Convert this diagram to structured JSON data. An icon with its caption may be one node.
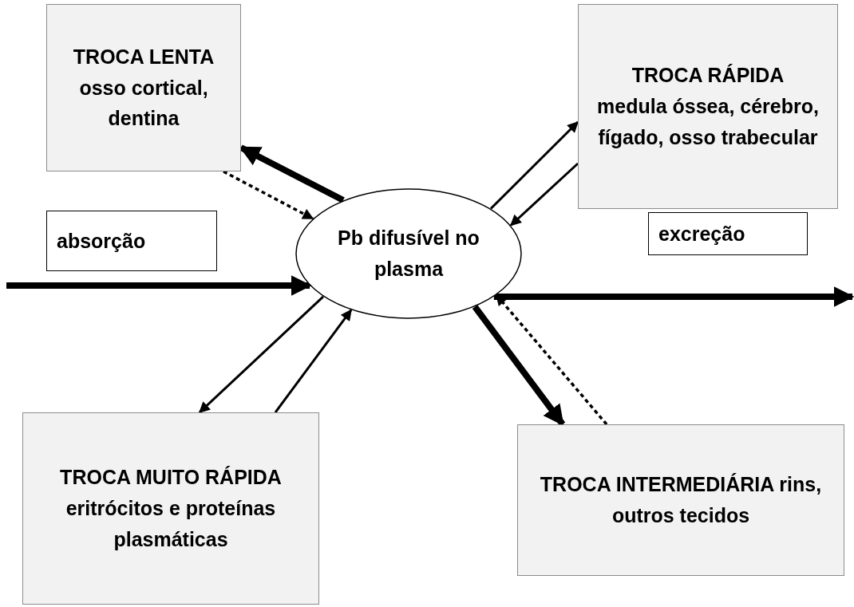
{
  "diagram": {
    "nodes": [
      {
        "text": [
          "TROCA LENTA",
          "osso cortical, dentina"
        ]
      },
      {
        "text": [
          "TROCA RÁPIDA",
          "medula óssea, cérebro, fígado, osso trabecular"
        ]
      },
      {
        "text": [
          "absorção"
        ]
      },
      {
        "text": [
          "Pb difusível no plasma"
        ]
      },
      {
        "text": [
          "excreção"
        ]
      },
      {
        "text": [
          "TROCA MUITO RÁPIDA  eritrócitos e proteínas plasmáticas"
        ]
      },
      {
        "text": [
          "TROCA INTERMEDIÁRIA rins, outros tecidos"
        ]
      }
    ],
    "edges": [
      {
        "from": 3,
        "to": 0,
        "arrow": "to",
        "style": "thick"
      },
      {
        "from": 0,
        "to": 3,
        "arrow": "to",
        "style": "dashed"
      },
      {
        "from": 3,
        "to": 1,
        "arrow": "to"
      },
      {
        "from": 1,
        "to": 3,
        "arrow": "to"
      },
      {
        "from": null,
        "to": 3,
        "arrow": "to",
        "style": "thick"
      },
      {
        "from": 3,
        "to": null,
        "arrow": "to",
        "style": "thick"
      },
      {
        "from": 3,
        "to": 5,
        "arrow": "to"
      },
      {
        "from": 5,
        "to": 3,
        "arrow": "to"
      },
      {
        "from": 3,
        "to": 6,
        "arrow": "to",
        "style": "thick"
      },
      {
        "from": 6,
        "to": 3,
        "arrow": "to",
        "style": "dashed"
      }
    ]
  }
}
